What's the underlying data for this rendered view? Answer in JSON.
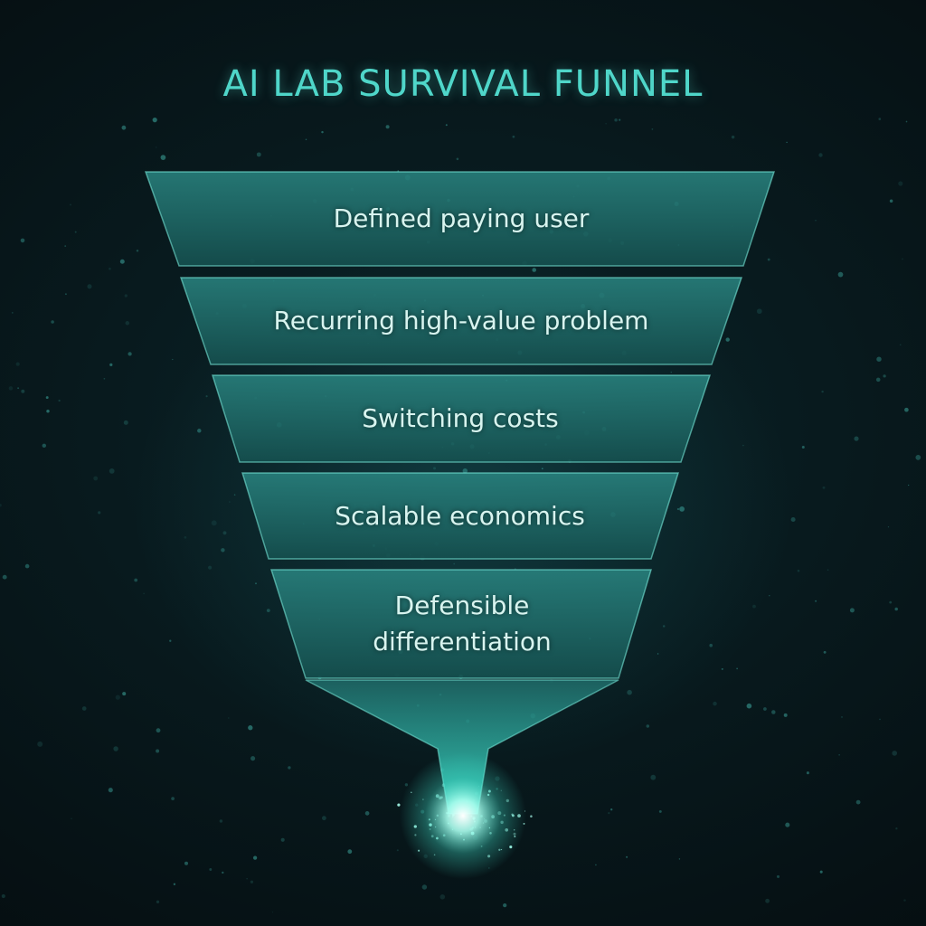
{
  "title": "AI LAB SURVIVAL FUNNEL",
  "colors": {
    "accent": "#4fd6c9",
    "panel_fill": "#1f6e6e",
    "edge_glow": "#7ff5e6",
    "text": "#d8f4ef",
    "background": "#071317"
  },
  "funnel": {
    "stages": [
      {
        "label": "Defined paying user"
      },
      {
        "label": "Recurring high-value problem"
      },
      {
        "label": "Switching costs"
      },
      {
        "label": "Scalable economics"
      },
      {
        "label": "Defensible\ndifferentiation"
      }
    ]
  }
}
